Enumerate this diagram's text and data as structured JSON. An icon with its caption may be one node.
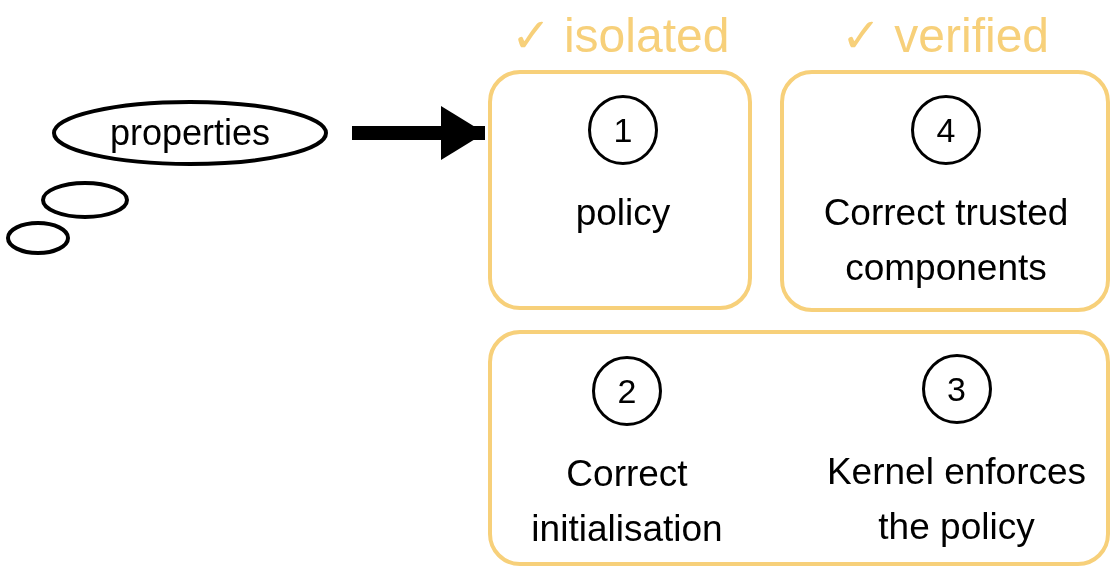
{
  "diagram": {
    "nodes": [
      {
        "text": [
          "properties"
        ]
      },
      {
        "text": [
          "✓ isolated"
        ]
      },
      {
        "text": [
          "1"
        ],
        "in": 1,
        "beside": [
          "policy"
        ]
      },
      {
        "text": [
          "✓ verified"
        ]
      },
      {
        "text": [
          "4"
        ],
        "in": 3,
        "beside": [
          "Correct trusted components"
        ]
      },
      {
        "text": [],
        "shape": "box"
      },
      {
        "text": [
          "2"
        ],
        "in": 5,
        "beside": [
          "Correct initialisation"
        ]
      },
      {
        "text": [
          "3"
        ],
        "in": 5,
        "beside": [
          "Kernel enforces the policy"
        ]
      }
    ],
    "edges": [
      {
        "from": 0,
        "to": 1,
        "arrow": "to"
      }
    ]
  }
}
